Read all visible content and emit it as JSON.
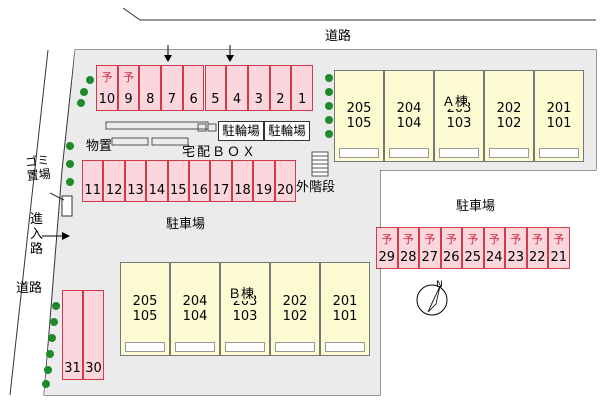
{
  "labels": {
    "road_top": "道路",
    "road_left": "道路",
    "entrance": "進入路",
    "garbage": "ゴミ置場",
    "storage": "物置",
    "delivery_box": "宅配ＢＯＸ",
    "bike_parking_1": "駐輪場",
    "bike_parking_2": "駐輪場",
    "outer_stairs": "外階段",
    "parking_center": "駐車場",
    "parking_right": "駐車場",
    "building_a": "Ａ棟",
    "building_b": "Ｂ棟",
    "north": "N"
  },
  "reserved_mark": "予",
  "parking_top": [
    {
      "num": "10",
      "reserved": true
    },
    {
      "num": "9",
      "reserved": true
    },
    {
      "num": "8",
      "reserved": false
    },
    {
      "num": "7",
      "reserved": false
    },
    {
      "num": "6",
      "reserved": false
    },
    {
      "num": "5",
      "reserved": false
    },
    {
      "num": "4",
      "reserved": false
    },
    {
      "num": "3",
      "reserved": false
    },
    {
      "num": "2",
      "reserved": false
    },
    {
      "num": "1",
      "reserved": false
    }
  ],
  "parking_middle": [
    "11",
    "12",
    "13",
    "14",
    "15",
    "16",
    "17",
    "18",
    "19",
    "20"
  ],
  "parking_right": [
    {
      "num": "29",
      "reserved": true
    },
    {
      "num": "28",
      "reserved": true
    },
    {
      "num": "27",
      "reserved": true
    },
    {
      "num": "26",
      "reserved": true
    },
    {
      "num": "25",
      "reserved": true
    },
    {
      "num": "24",
      "reserved": true
    },
    {
      "num": "23",
      "reserved": true
    },
    {
      "num": "22",
      "reserved": true
    },
    {
      "num": "21",
      "reserved": true
    }
  ],
  "parking_left": [
    "31",
    "30"
  ],
  "building_a_units": [
    {
      "upper": "205",
      "lower": "105"
    },
    {
      "upper": "204",
      "lower": "104"
    },
    {
      "upper": "203",
      "lower": "103"
    },
    {
      "upper": "202",
      "lower": "102"
    },
    {
      "upper": "201",
      "lower": "101"
    }
  ],
  "building_b_units": [
    {
      "upper": "205",
      "lower": "105"
    },
    {
      "upper": "204",
      "lower": "104"
    },
    {
      "upper": "203",
      "lower": "103"
    },
    {
      "upper": "202",
      "lower": "102"
    },
    {
      "upper": "201",
      "lower": "101"
    }
  ],
  "colors": {
    "parking_fill": "#fbd6dc",
    "parking_border": "#d23a4a",
    "reserved_text": "#d2233a",
    "building_fill": "#fdfbd2",
    "lot_fill": "#ebebeb",
    "tree": "#1e8a2a"
  },
  "icons": [
    "arrow-down-icon",
    "arrow-right-icon",
    "north-compass-icon",
    "tree-icon",
    "stairs-icon"
  ]
}
